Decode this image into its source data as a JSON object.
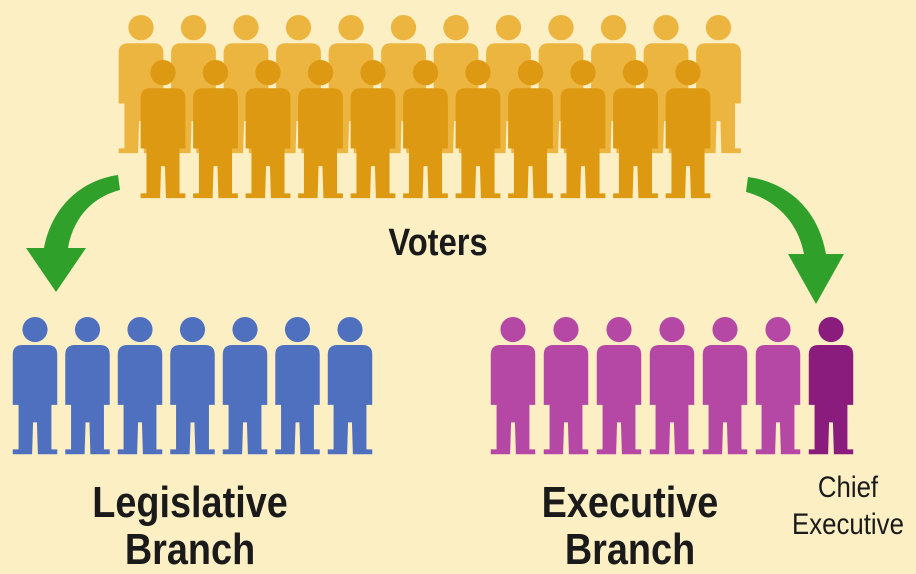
{
  "colors": {
    "background": "#FCEFC4",
    "voters_back": "#ECB540",
    "voters_front": "#DE9912",
    "legislative": "#4F70BF",
    "executive": "#B548A4",
    "chief_executive": "#8A1C7E",
    "arrow": "#2FA02A"
  },
  "labels": {
    "voters": "Voters",
    "legislative_line1": "Legislative",
    "legislative_line2": "Branch",
    "executive_line1": "Executive",
    "executive_line2": "Branch",
    "chief_line1": "Chief",
    "chief_line2": "Executive"
  },
  "groups": {
    "voters_back_row_count": 12,
    "voters_front_row_count": 11,
    "legislative_count": 7,
    "executive_count": 6,
    "chief_executive_count": 1
  },
  "icons": {
    "figure": "person-silhouette-icon",
    "arrow": "curved-arrow-down-icon"
  }
}
